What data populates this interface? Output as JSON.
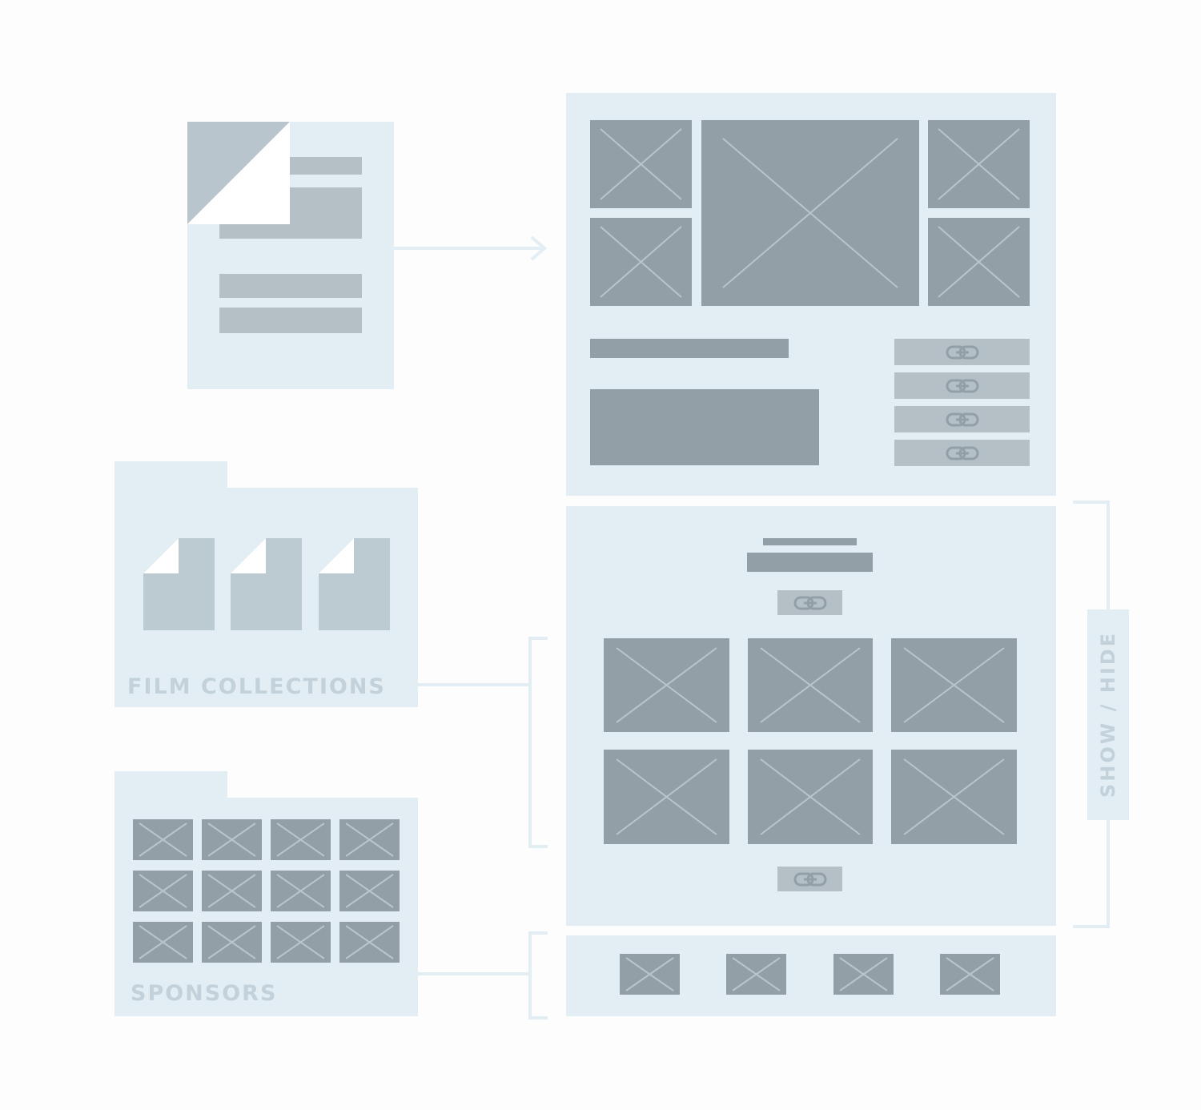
{
  "labels": {
    "film_collections": "FILM COLLECTIONS",
    "sponsors": "SPONSORS",
    "show_hide": "SHOW / HIDE"
  },
  "icons": {
    "placeholder": "image-placeholder-icon",
    "link": "link-icon",
    "document": "document-icon",
    "folder": "folder-icon"
  },
  "colors": {
    "panel": "#e2eef4",
    "placeholder": "#939fa6",
    "bar_light": "#b5c0c6",
    "label": "#c2d1da"
  }
}
